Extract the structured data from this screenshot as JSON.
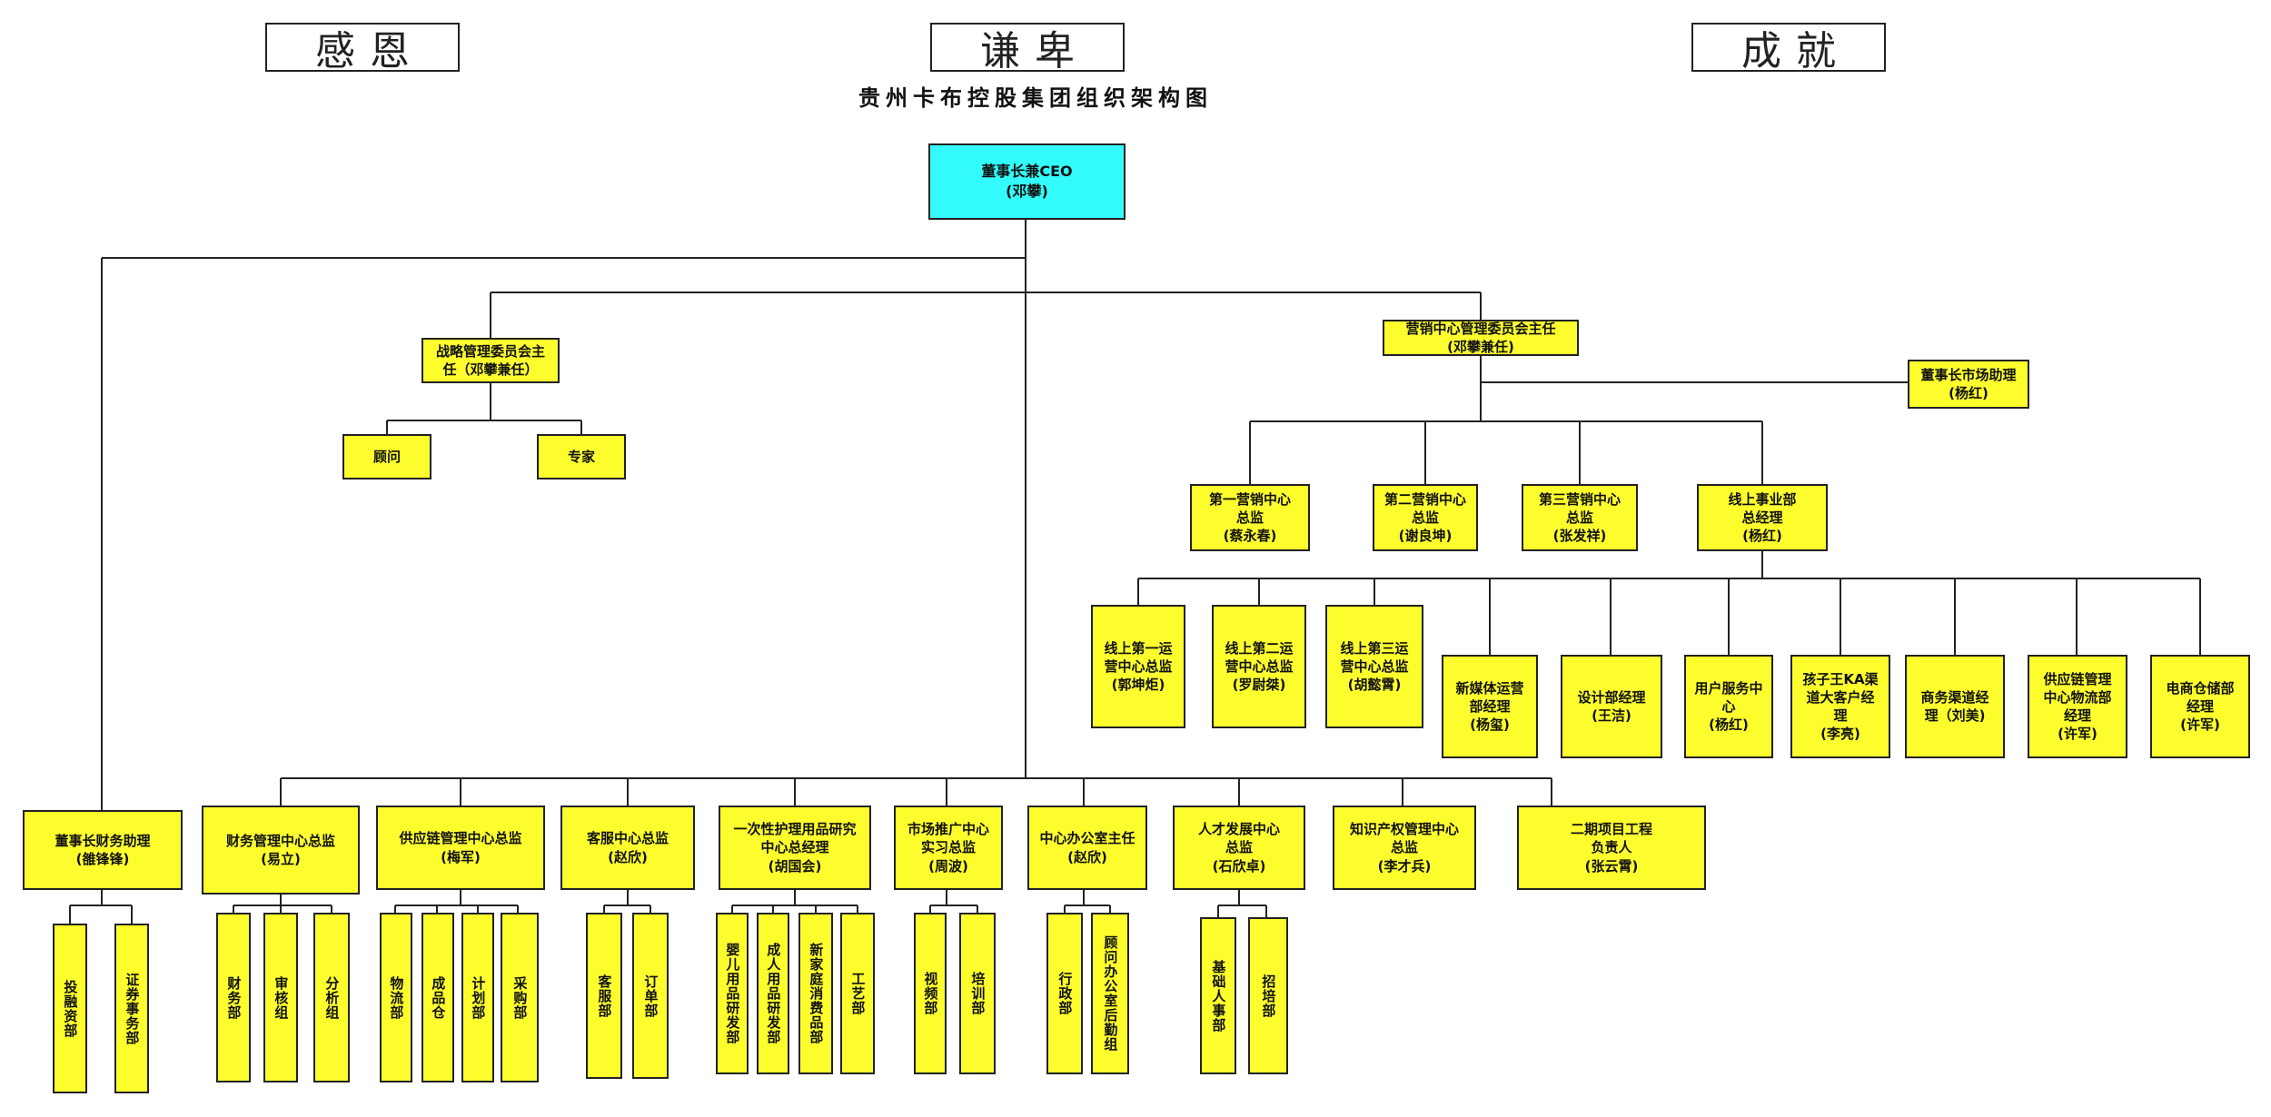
{
  "banners": {
    "left": "感恩",
    "center": "谦卑",
    "right": "成就"
  },
  "title": "贵州卡布控股集团组织架构图",
  "ceo": "董事长兼CEO\n(邓攀)",
  "strategy": {
    "head": "战略管理委员会主\n任（邓攀兼任）",
    "advisor": "顾问",
    "expert": "专家"
  },
  "marketing": {
    "head": "营销中心管理委员会主任\n(邓攀兼任)",
    "assistant": "董事长市场助理\n(杨红)",
    "center1": "第一营销中心\n总监\n(蔡永春)",
    "center2": "第二营销中心\n总监\n(谢良坤)",
    "center3": "第三营销中心\n总监\n(张发祥)",
    "online": "线上事业部\n总经理\n(杨红)"
  },
  "online_units": {
    "op1": "线上第一运\n营中心总监\n(郭坤炬)",
    "op2": "线上第二运\n营中心总监\n(罗尉桀)",
    "op3": "线上第三运\n营中心总监\n(胡懿霄)",
    "media": "新媒体运营\n部经理\n(杨玺)",
    "design": "设计部经理\n(王洁)",
    "service": "用户服务中\n心\n(杨红)",
    "ka": "孩子王KA渠\n道大客户经\n理\n(李亮)",
    "biz": "商务渠道经\n理（刘美)",
    "supply": "供应链管理\n中心物流部\n经理\n(许军)",
    "ecom": "电商仓储部\n经理\n(许军)"
  },
  "bottom": {
    "finance_assistant": "董事长财务助理\n(雒锋锋)",
    "finance": "财务管理中心总监\n(易立)",
    "supply_chain": "供应链管理中心总监\n(梅军)",
    "customer": "客服中心总监\n(赵欣)",
    "research": "一次性护理用品研究\n中心总经理\n(胡国会)",
    "promotion": "市场推广中心\n实习总监\n(周波)",
    "office": "中心办公室主任\n(赵欣)",
    "talent": "人才发展中心\n总监\n(石欣卓)",
    "ip": "知识产权管理中心\n总监\n(李才兵)",
    "project": "二期项目工程\n负责人\n(张云霄)"
  },
  "departments": {
    "fa1": "投融资部",
    "fa2": "证券事务部",
    "f1": "财务部",
    "f2": "审核组",
    "f3": "分析组",
    "s1": "物流部",
    "s2": "成品仓",
    "s3": "计划部",
    "s4": "采购部",
    "c1": "客服部",
    "c2": "订单部",
    "r1": "婴儿用品研发部",
    "r2": "成人用品研发部",
    "r3": "新家庭消费品部",
    "r4": "工艺部",
    "p1": "视频部",
    "p2": "培训部",
    "o1": "行政部",
    "o2": "顾问办公室后勤组",
    "t1": "基础人事部",
    "t2": "招培部"
  }
}
